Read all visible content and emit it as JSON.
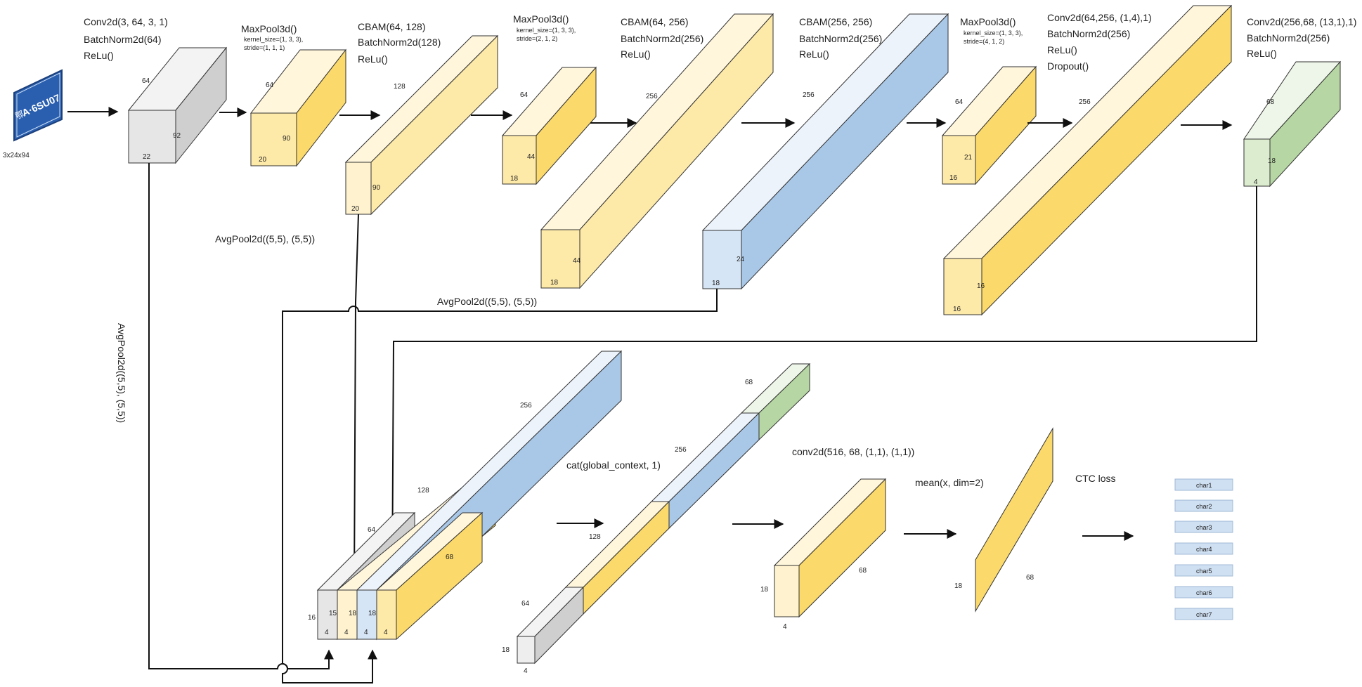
{
  "colors": {
    "gray": [
      "#f3f3f3",
      "#e6e6e6",
      "#cfcfcf"
    ],
    "yellow": [
      "#fff6dc",
      "#fde9a8",
      "#fbd96a"
    ],
    "blue": [
      "#edf3fb",
      "#cfe0f3",
      "#a9c8e8"
    ],
    "green": [
      "#eef6e9",
      "#dceccf",
      "#b6d7a3"
    ],
    "plate": "#2a5fb0"
  },
  "input": {
    "plate_text": "A·6SU07",
    "prefix": "鄂",
    "size": "3x24x94"
  },
  "layers": [
    {
      "id": "conv1",
      "label": [
        "Conv2d(3, 64, 3, 1)",
        "BatchNorm2d(64)",
        "ReLu()"
      ],
      "dims": [
        "64",
        "92",
        "22"
      ]
    },
    {
      "id": "pool1",
      "label": [
        "MaxPool3d()"
      ],
      "sub": [
        "kernel_size=(1, 3, 3),",
        "stride=(1, 1, 1)"
      ],
      "dims": [
        "64",
        "90",
        "20"
      ]
    },
    {
      "id": "cbam1",
      "label": [
        "CBAM(64, 128)",
        "BatchNorm2d(128)",
        "ReLu()"
      ],
      "dims": [
        "128",
        "90",
        "20"
      ]
    },
    {
      "id": "pool2",
      "label": [
        "MaxPool3d()"
      ],
      "sub": [
        "kernel_size=(1, 3, 3),",
        "stride=(2, 1, 2)"
      ],
      "dims": [
        "64",
        "44",
        "18"
      ]
    },
    {
      "id": "cbam2",
      "label": [
        "CBAM(64, 256)",
        "BatchNorm2d(256)",
        "ReLu()"
      ],
      "dims": [
        "256",
        "44",
        "18"
      ]
    },
    {
      "id": "cbam3",
      "label": [
        "CBAM(256, 256)",
        "BatchNorm2d(256)",
        "ReLu()"
      ],
      "dims": [
        "256",
        "24",
        "18"
      ]
    },
    {
      "id": "pool3",
      "label": [
        "MaxPool3d()"
      ],
      "sub": [
        "kernel_size=(1, 3, 3),",
        "stride=(4, 1, 2)"
      ],
      "dims": [
        "64",
        "21",
        "16"
      ]
    },
    {
      "id": "conv2",
      "label": [
        "Conv2d(64,256, (1,4),1)",
        "BatchNorm2d(256)",
        "ReLu()",
        "Dropout()"
      ],
      "dims": [
        "256",
        "16",
        "16"
      ]
    },
    {
      "id": "conv3",
      "label": [
        "Conv2d(256,68, (13,1),1)",
        "BatchNorm2d(256)",
        "ReLu()"
      ],
      "dims": [
        "68",
        "18",
        "4"
      ]
    }
  ],
  "pool_labels": {
    "a": "AvgPool2d((5,5), (5,5))",
    "b": "AvgPool2d((5,5), (5,5))",
    "c": "AvgPool2d((5,5), (5,5))"
  },
  "concat_block": {
    "dims": [
      "64",
      "128",
      "256",
      "68",
      "16",
      "15",
      "18",
      "18",
      "4",
      "4",
      "4",
      "4"
    ]
  },
  "cat_label": "cat(global_context, 1)",
  "stack": {
    "dims": [
      "68",
      "256",
      "128",
      "64",
      "18",
      "4"
    ]
  },
  "conv_final": {
    "label": "conv2d(516, 68, (1,1), (1,1))",
    "dims": [
      "18",
      "68",
      "4"
    ]
  },
  "mean": {
    "label": "mean(x, dim=2)",
    "dims": [
      "18",
      "68"
    ]
  },
  "ctc": {
    "label": "CTC loss",
    "chars": [
      "char1",
      "char2",
      "char3",
      "char4",
      "char5",
      "char6",
      "char7"
    ]
  }
}
